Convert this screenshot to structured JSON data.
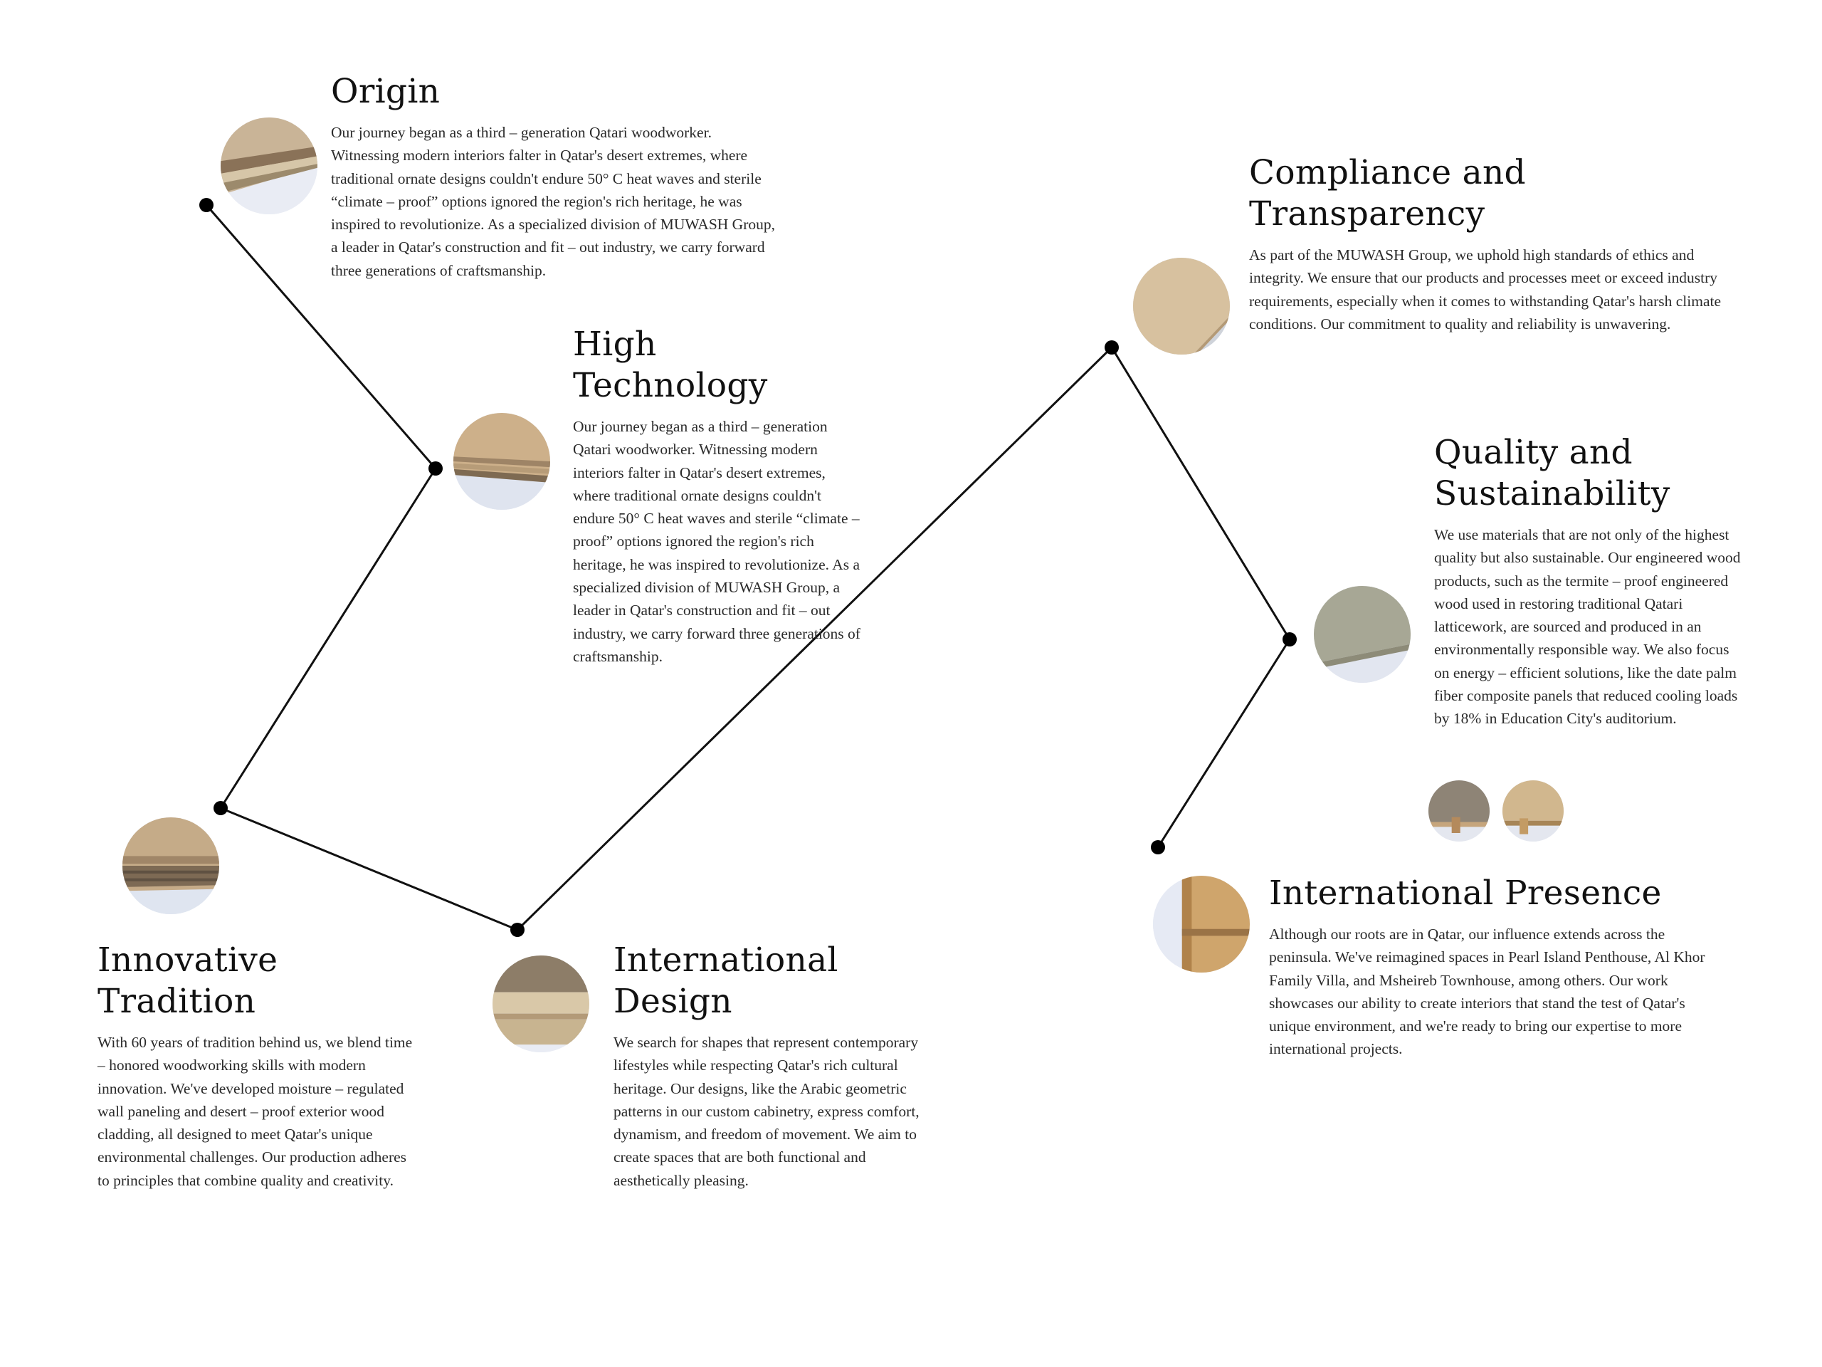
{
  "sections": {
    "origin": {
      "title": "Origin",
      "body": "Our journey began as a third – generation Qatari woodworker. Witnessing modern interiors falter in Qatar's desert extremes, where traditional ornate designs couldn't endure 50°  C heat waves and sterile  “climate – proof”  options ignored the region's rich heritage, he was inspired to revolutionize. As a specialized division of MUWASH Group, a leader in Qatar's construction and fit – out industry, we carry forward three generations of craftsmanship."
    },
    "high_technology": {
      "title": "High Technology",
      "body": "Our journey began as a third – generation Qatari woodworker. Witnessing modern interiors falter in Qatar's desert extremes, where traditional ornate designs couldn't endure 50°  C heat waves and sterile  “climate – proof”  options ignored the region's rich heritage, he was inspired to revolutionize. As a specialized division of MUWASH Group, a leader in Qatar's construction and fit – out industry, we carry forward three generations of craftsmanship."
    },
    "innovative_tradition": {
      "title": "Innovative Tradition",
      "body": "With 60 years of tradition behind us, we blend time – honored woodworking skills with modern innovation. We've developed moisture – regulated wall paneling and desert – proof exterior wood cladding, all designed to meet Qatar's unique environmental challenges. Our production adheres to principles that combine quality and creativity."
    },
    "international_design": {
      "title": "International Design",
      "body": "We search for shapes that represent contemporary lifestyles while respecting Qatar's rich cultural heritage. Our designs, like the Arabic geometric patterns in our custom cabinetry, express comfort, dynamism, and freedom of movement. We aim to create spaces that are both functional and aesthetically pleasing."
    },
    "compliance": {
      "title": "Compliance and Transparency",
      "body": "As part of the MUWASH Group, we uphold high standards of ethics and integrity. We ensure that our products and processes meet or exceed industry requirements, especially when it comes to withstanding Qatar's harsh climate conditions. Our commitment to quality and reliability is unwavering."
    },
    "quality": {
      "title": "Quality and Sustainability",
      "body": "We use materials that are not only of the highest quality but also sustainable. Our engineered wood products, such as the termite – proof engineered wood used in restoring traditional Qatari latticework, are sourced and produced in an environmentally responsible way. We also focus on energy – efficient solutions, like the date palm fiber composite panels that reduced cooling loads by 18% in Education City's auditorium."
    },
    "international_presence": {
      "title": "International Presence",
      "body": "Although our roots are in Qatar, our influence extends across the peninsula. We've reimagined spaces in Pearl Island Penthouse, Al Khor Family Villa, and Msheireb Townhouse, among others. Our work showcases our ability to create interiors that stand the test of Qatar's unique environment, and we're ready to bring our expertise to more international projects."
    }
  },
  "colors": {
    "line": "#111111",
    "node": "#000000",
    "swatch_bg": "#e8ebf3"
  }
}
